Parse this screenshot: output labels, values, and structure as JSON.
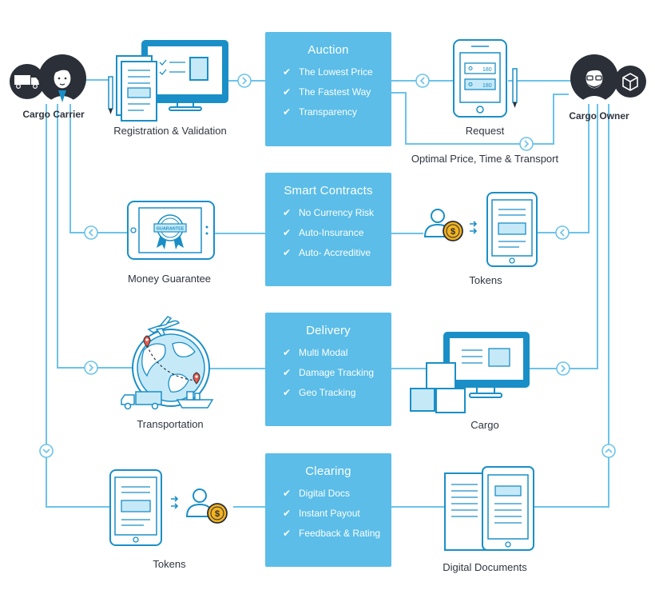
{
  "colors": {
    "accent": "#5bbde8",
    "line": "#6cc3ea",
    "stroke": "#1a8fc7",
    "dark": "#2a2f38",
    "coin": "#f4b31e"
  },
  "actors": {
    "carrier": {
      "label": "Cargo Carrier",
      "icon": "truck-icon"
    },
    "owner": {
      "label": "Cargo Owner",
      "icon": "box-icon"
    }
  },
  "stages": [
    {
      "title": "Auction",
      "items": [
        "The Lowest Price",
        "The Fastest Way",
        "Transparency"
      ]
    },
    {
      "title": "Smart Contracts",
      "items": [
        "No Currency Risk",
        "Auto-Insurance",
        "Auto- Accreditive"
      ]
    },
    {
      "title": "Delivery",
      "items": [
        "Multi Modal",
        "Damage Tracking",
        "Geo Tracking"
      ]
    },
    {
      "title": "Clearing",
      "items": [
        "Digital Docs",
        "Instant Payout",
        "Feedback & Rating"
      ]
    }
  ],
  "labels": {
    "registration": "Registration & Validation",
    "request": "Request",
    "optimal": "Optimal Price, Time & Transport",
    "money_guarantee": "Money Guarantee",
    "guarantee_badge": "GUARANTEE",
    "tokens_right": "Tokens",
    "transportation": "Transportation",
    "cargo": "Cargo",
    "tokens_left": "Tokens",
    "digital_documents": "Digital Documents"
  },
  "request_fields": [
    "180",
    "180"
  ],
  "coin_symbol": "$"
}
